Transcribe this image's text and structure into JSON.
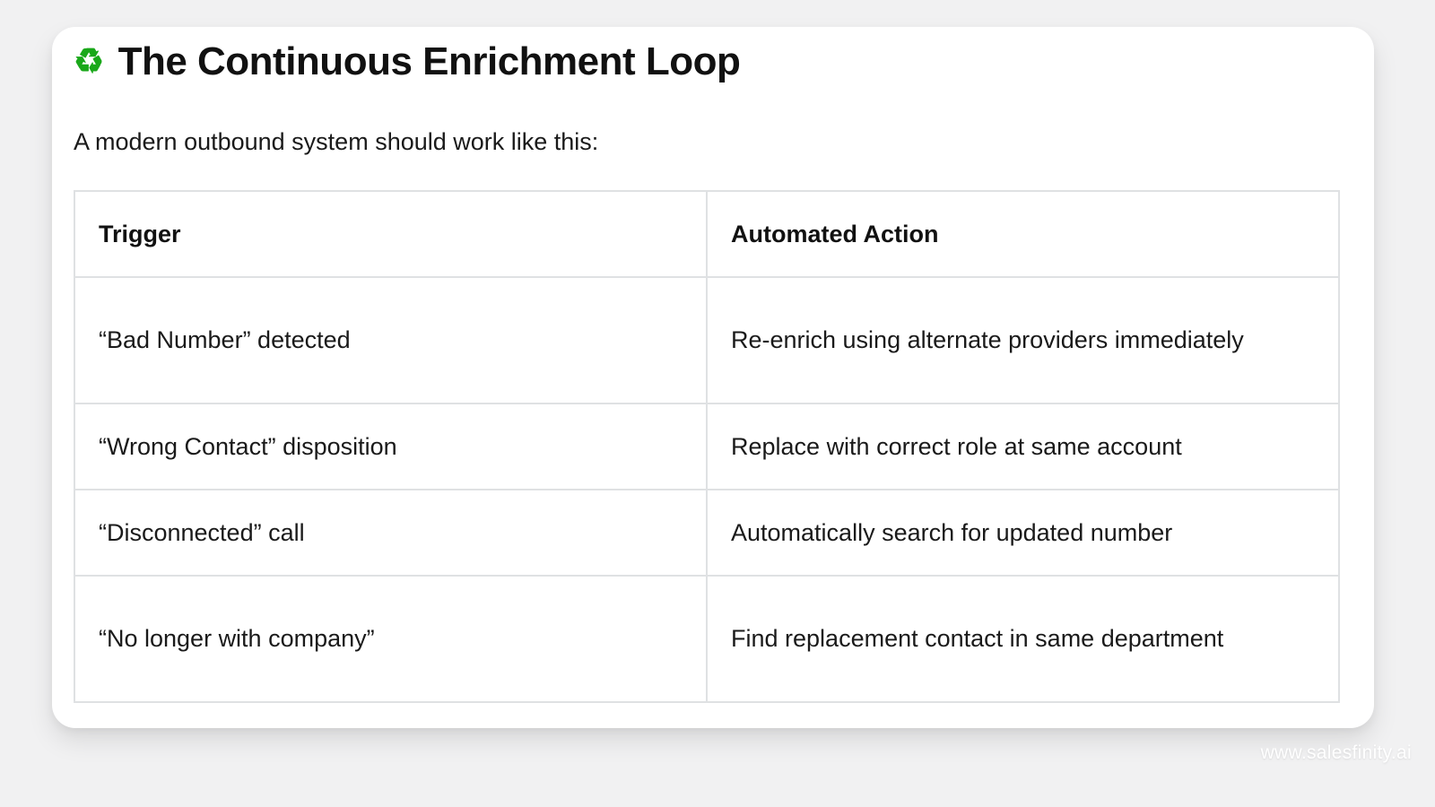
{
  "card": {
    "icon": "recycle-icon",
    "icon_glyph": "♻",
    "title": "The Continuous Enrichment Loop",
    "subtitle": "A modern outbound system should work like this:",
    "accent_color": "#1aa81a",
    "background_color": "#ffffff",
    "page_background_color": "#f1f1f2",
    "border_color": "#dfe1e3",
    "text_color": "#1a1a1a"
  },
  "table": {
    "headers": [
      "Trigger",
      "Automated Action"
    ],
    "rows": [
      {
        "trigger": "“Bad Number” detected",
        "action": "Re-enrich using alternate providers immediately"
      },
      {
        "trigger": "“Wrong Contact” disposition",
        "action": "Replace with correct role at same account"
      },
      {
        "trigger": "“Disconnected” call",
        "action": "Automatically search for updated number"
      },
      {
        "trigger": "“No longer with company”",
        "action": "Find replacement contact in same department"
      }
    ]
  },
  "footer": {
    "watermark": "www.salesfinity.ai"
  }
}
